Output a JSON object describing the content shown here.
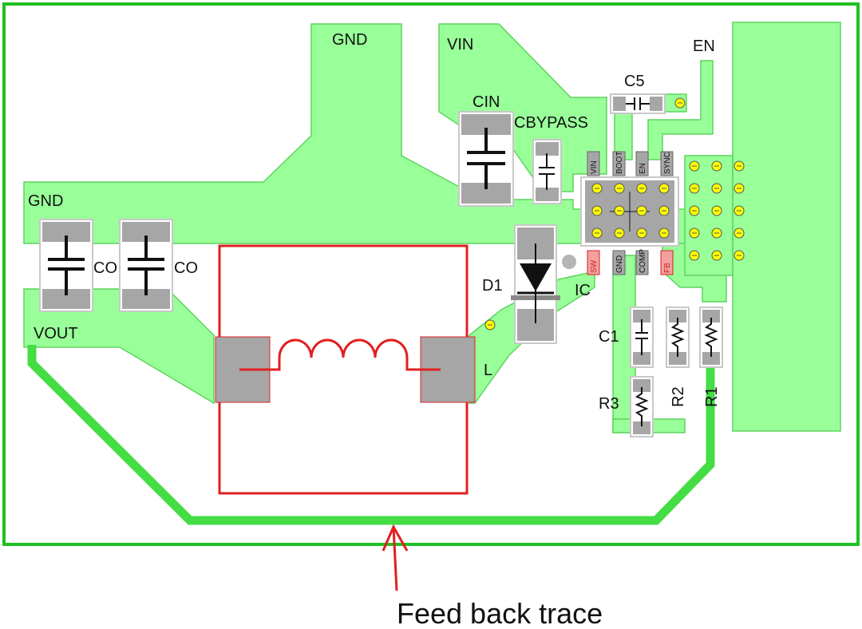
{
  "diagram": {
    "labels": {
      "gnd_top": "GND",
      "vin": "VIN",
      "en": "EN",
      "c5": "C5",
      "cin": "CIN",
      "cbypass": "CBYPASS",
      "gnd_left": "GND",
      "co1": "CO",
      "co2": "CO",
      "vout": "VOUT",
      "d1": "D1",
      "ic": "IC",
      "l": "L",
      "c1": "C1",
      "r3": "R3",
      "r2": "R2",
      "r1": "R1"
    },
    "ic_pins": {
      "vin": "VIN",
      "boot": "BOOT",
      "en": "EN",
      "sync": "SYNC",
      "sw": "SW",
      "gnd": "GND",
      "comp": "COMP",
      "fb": "FB"
    },
    "caption": "Feed back trace",
    "colors": {
      "copper": "#99ff99",
      "copper_edge": "#5ed35e",
      "board_outline": "#22c022",
      "feedback_trace": "#44dd44",
      "inductor": "#e02020",
      "pad": "#a6a6a6",
      "via": "#ffff00"
    }
  }
}
